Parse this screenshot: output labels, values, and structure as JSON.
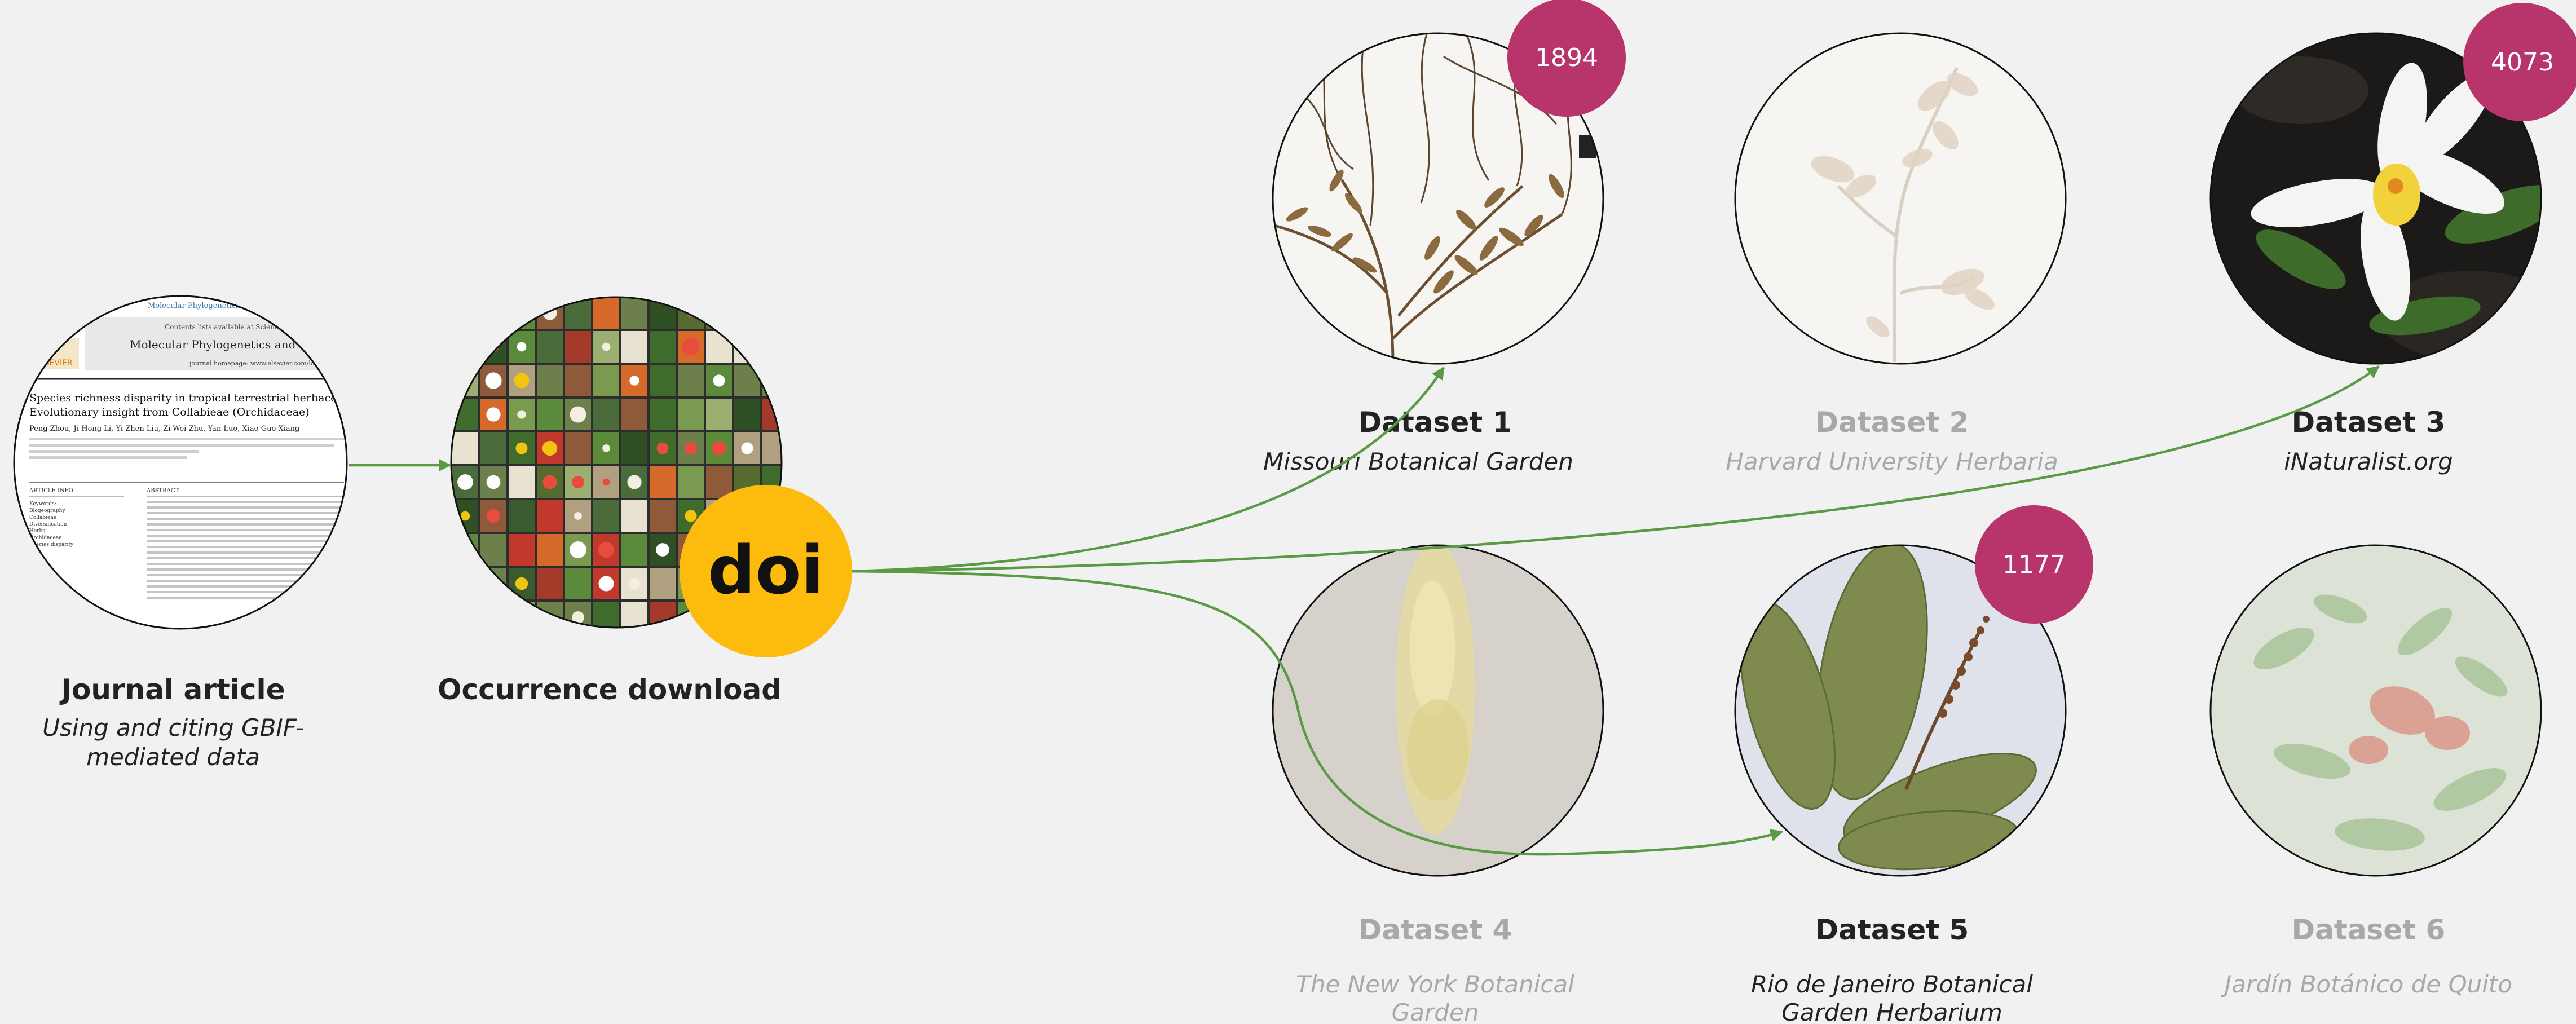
{
  "journal": {
    "title": "Journal article",
    "subtitle_lines": [
      "Using and citing GBIF-",
      "mediated data"
    ],
    "thumbnail": {
      "journal_line": "Molecular Phylogenetics and Evolution",
      "contents_line": "Contents lists available at ScienceDirect",
      "journal_name": "Molecular Phylogenetics and Evolution",
      "homepage_line": "journal homepage: www.elsevier.com/locate/ympev",
      "publisher": "ELSEVIER",
      "article_title_lines": [
        "Species richness disparity in tropical terrestrial herbaceous floras:",
        "Evolutionary insight from Collabieae (Orchidaceae)"
      ],
      "authors": "Peng Zhou, Ji-Hong Li, Yi-Zhen Liu, Zi-Wei Zhu, Yan Luo, Xiao-Guo Xiang",
      "article_info_heading": "ARTICLE INFO",
      "abstract_heading": "ABSTRACT",
      "keywords": [
        "Keywords:",
        "Biogeography",
        "Collabieae",
        "Diversification",
        "Herbs",
        "Orchidaceae",
        "Species disparity"
      ]
    }
  },
  "download": {
    "title": "Occurrence download",
    "doi_label": "doi"
  },
  "datasets": [
    {
      "title": "Dataset 1",
      "subtitle_lines": [
        "Missouri Botanical Garden"
      ],
      "count": "1894",
      "faded": false
    },
    {
      "title": "Dataset 2",
      "subtitle_lines": [
        "Harvard University Herbaria"
      ],
      "count": null,
      "faded": true
    },
    {
      "title": "Dataset 3",
      "subtitle_lines": [
        "iNaturalist.org"
      ],
      "count": "4073",
      "faded": false
    },
    {
      "title": "Dataset 4",
      "subtitle_lines": [
        "The New York Botanical",
        "Garden"
      ],
      "count": null,
      "faded": true
    },
    {
      "title": "Dataset 5",
      "subtitle_lines": [
        "Rio de Janeiro Botanical",
        "Garden Herbarium"
      ],
      "count": "1177",
      "faded": false
    },
    {
      "title": "Dataset 6",
      "subtitle_lines": [
        "Jardín Botánico de Quito"
      ],
      "count": null,
      "faded": true
    }
  ],
  "colors": {
    "background": "#f1f1f1",
    "badge": "#b7356a",
    "doi_circle": "#fdbb0e",
    "link_arrow": "#5b9a45",
    "faded_text": "#a8a8a8"
  }
}
